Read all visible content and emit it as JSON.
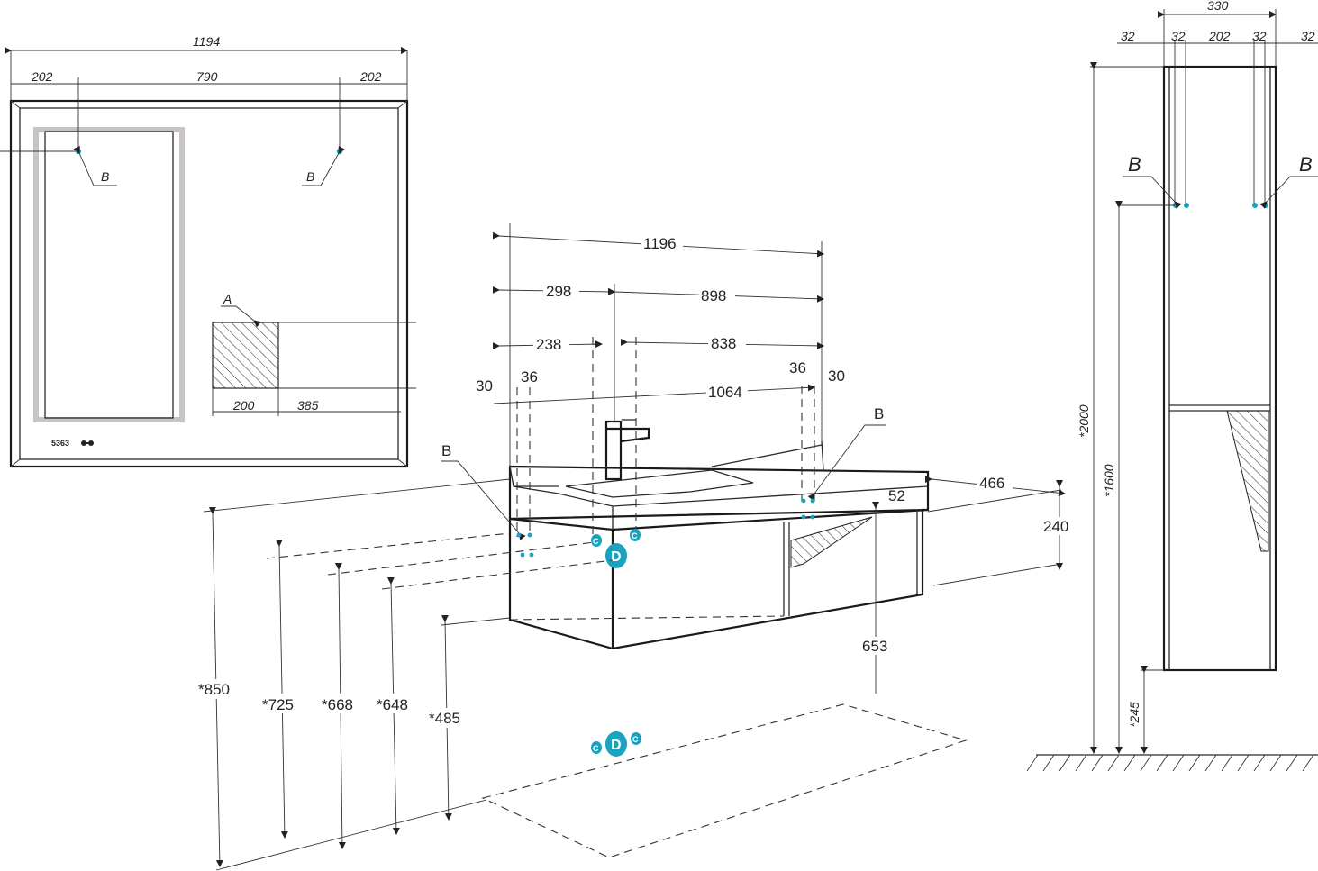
{
  "mirror": {
    "overall_width": "1194",
    "seg_left": "202",
    "seg_mid": "790",
    "seg_right": "202",
    "point_b_left": "B",
    "point_b_right": "B",
    "zone_a": "A",
    "zone_a_width": "200",
    "zone_a_offset": "385",
    "control_label": "5363"
  },
  "vanity": {
    "overall_width": "1196",
    "left_to_tap": "298",
    "tap_to_right": "898",
    "left_inner": "238",
    "right_inner": "838",
    "edge_left": "30",
    "inset_left": "36",
    "inner_span": "1064",
    "inset_right": "36",
    "edge_right": "30",
    "point_b_top": "B",
    "point_b_left": "B",
    "depth": "466",
    "depth_offset": "52",
    "height": "240",
    "outlet_height": "653",
    "point_c": "C",
    "point_d": "D",
    "h850": "*850",
    "h725": "*725",
    "h668": "*668",
    "h648": "*648",
    "h485": "*485"
  },
  "column": {
    "overall_width": "330",
    "seg_1": "32",
    "seg_2": "32",
    "seg_3": "202",
    "seg_4": "32",
    "seg_5": "32",
    "point_b_left": "B",
    "point_b_right": "B",
    "height_total": "*2000",
    "height_b": "*1600",
    "height_base": "*245"
  }
}
